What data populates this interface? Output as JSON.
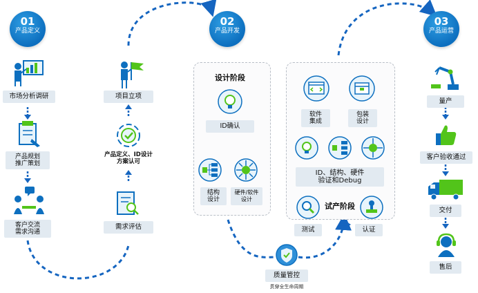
{
  "phases": [
    {
      "num": "01",
      "title": "产品定义"
    },
    {
      "num": "02",
      "title": "产品开发"
    },
    {
      "num": "03",
      "title": "产品运营"
    }
  ],
  "col1": [
    "市场分析调研",
    "产品规划\n推广策划",
    "客户交流\n需求沟通"
  ],
  "col2": [
    "项目立项",
    "产品定义、ID设计\n方案认可",
    "需求评估"
  ],
  "design_stage": {
    "title": "设计阶段",
    "id_confirm": "ID确认",
    "structure": "结构\n设计",
    "hw_sw": "硬件/软件\n设计"
  },
  "dev_right": {
    "software": "软件\n集成",
    "packaging": "包装\n设计",
    "verify": "ID、结构、硬件\n验证和Debug",
    "trial_title": "试产阶段",
    "test": "测试",
    "cert": "认证"
  },
  "quality": {
    "title": "质量管控",
    "sub": "贯穿全生命周期"
  },
  "col3": [
    "量产",
    "客户验收通过",
    "交付",
    "售后"
  ],
  "colors": {
    "primary": "#0d6fbf",
    "accent": "#52c41a",
    "label_bg": "#e2eaf1",
    "dash": "#1565c0"
  }
}
